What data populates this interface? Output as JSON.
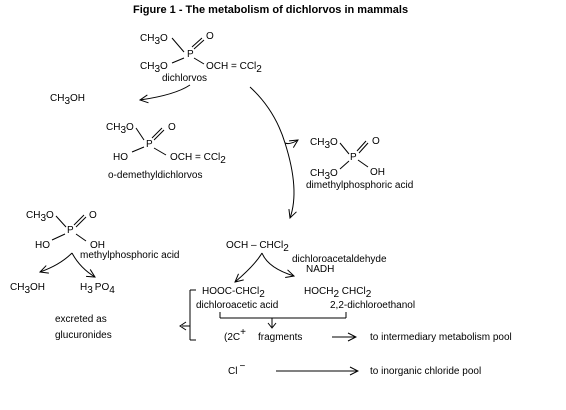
{
  "title": "Figure 1 - The metabolism of dichlorvos in mammals",
  "labels": {
    "dichlorvos": "dichlorvos",
    "o_demethyl": "o-demethyldichlorvos",
    "dimethylphosphoric": "dimethylphosphoric acid",
    "methylphosphoric": "methylphosphoric  acid",
    "dichloroacetaldehyde": "dichloroacetaldehyde",
    "nadh": "NADH",
    "dichloroacetic": "dichloroacetic acid",
    "dichloroethanol": "2,2-dichloroethanol",
    "excreted": "excreted as",
    "glucuronides": "glucuronides",
    "fragments": "fragments",
    "to_intermediary": "to intermediary metabolism pool",
    "to_chloride": "to inorganic chloride pool"
  },
  "atoms": {
    "ch3o": "CH3O",
    "ch3": "CH",
    "o": "O",
    "p": "P",
    "ho": "HO",
    "oh": "OH",
    "och_ccl2": "OCH = CCl",
    "och_chcl2": "OCH – CHCl",
    "ch3oh": "CH",
    "oh_suffix": "OH",
    "h3po4_h": "H",
    "h3po4_po": "PO",
    "hooc": "HOOC-CHCl",
    "hoch2": "HOCH",
    "chcl2": " CHCl",
    "two_c": "(2C",
    "cl": "Cl",
    "sub2": "2",
    "sub3": "3",
    "sub4": "4",
    "plus": "+",
    "minus": "−"
  }
}
